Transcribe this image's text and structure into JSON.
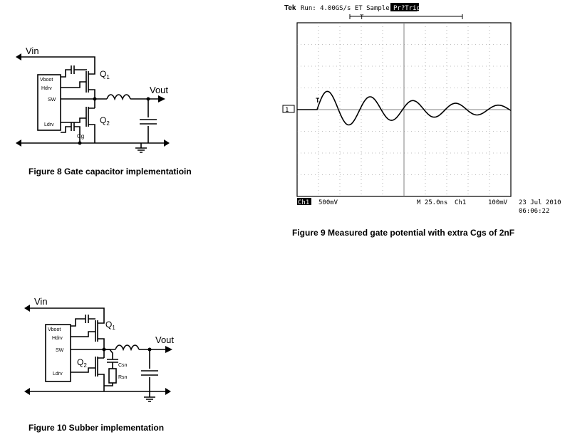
{
  "figure8": {
    "caption": "Figure 8 Gate capacitor implementatioin",
    "labels": {
      "vin": "Vin",
      "vout": "Vout",
      "vboot": "Vboot",
      "hdrv": "Hdrv",
      "sw": "SW",
      "ldrv": "Ldrv",
      "q1": "Q",
      "q1_sub": "1",
      "q2": "Q",
      "q2_sub": "2",
      "cg": "Cg"
    }
  },
  "figure9": {
    "caption": "Figure 9 Measured gate potential with extra Cgs of 2nF",
    "scope": {
      "brand": "Tek",
      "run_status": "Run: 4.00GS/s ET Sample",
      "trigger_status": "Pr?Trig",
      "trigger_pos_marker": "T",
      "ch_marker": "1",
      "ch_badge": "Ch1",
      "ch_scale": "500mV",
      "timebase": "M 25.0ns",
      "trigger_info": "Ch1",
      "trigger_level": "100mV",
      "date": "23 Jul 2010",
      "time": "06:06:22",
      "colors": {
        "frame": "#000000",
        "grid": "#808080",
        "trace": "#000000"
      }
    }
  },
  "figure10": {
    "caption": "Figure 10 Subber implementation",
    "labels": {
      "vin": "Vin",
      "vout": "Vout",
      "vboot": "Vboot",
      "hdrv": "Hdrv",
      "sw": "SW",
      "ldrv": "Ldrv",
      "q1": "Q",
      "q1_sub": "1",
      "q2": "Q",
      "q2_sub": "2",
      "csn": "Csn",
      "rsn": "Rsn"
    }
  }
}
